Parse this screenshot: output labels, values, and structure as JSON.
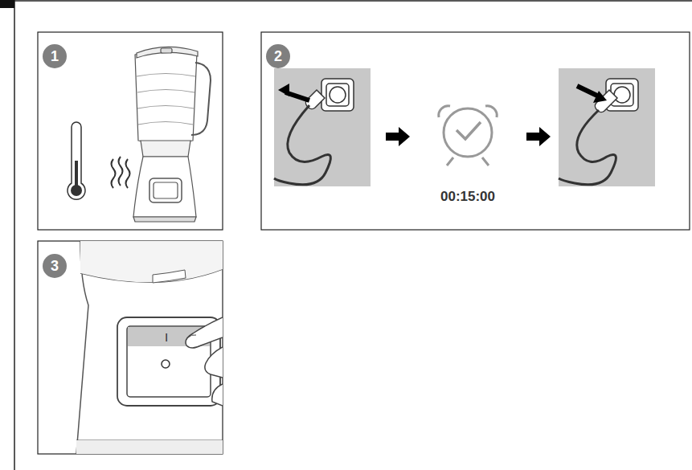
{
  "diagram": {
    "nodes": [
      {
        "text": [
          "1"
        ]
      },
      {
        "text": [
          "2"
        ]
      },
      {
        "text": [
          "3"
        ]
      }
    ],
    "labels": [
      "00:15:00",
      "I"
    ]
  }
}
